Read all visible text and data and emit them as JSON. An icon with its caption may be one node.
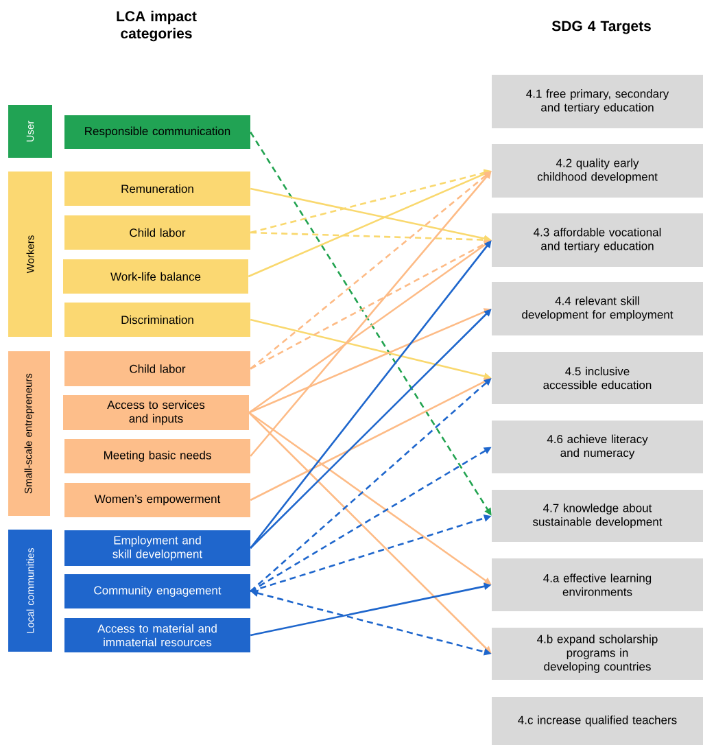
{
  "diagram": {
    "nodes": [
      {
        "text": [
          "User"
        ]
      },
      {
        "text": [
          "Workers"
        ]
      },
      {
        "text": [
          "Small-scale entrepreneurs"
        ]
      },
      {
        "text": [
          "Local communities"
        ]
      },
      {
        "text": [
          "Responsible communication"
        ]
      },
      {
        "text": [
          "Remuneration"
        ]
      },
      {
        "text": [
          "Child labor"
        ]
      },
      {
        "text": [
          "Work-life balance"
        ]
      },
      {
        "text": [
          "Discrimination"
        ]
      },
      {
        "text": [
          "Child labor"
        ]
      },
      {
        "text": [
          "Access to services and inputs"
        ]
      },
      {
        "text": [
          "Meeting basic needs"
        ]
      },
      {
        "text": [
          "Women’s empowerment"
        ]
      },
      {
        "text": [
          "Employment and skill development"
        ]
      },
      {
        "text": [
          "Community engagement"
        ]
      },
      {
        "text": [
          "Access to material and immaterial resources"
        ]
      },
      {
        "text": [
          "4.1 free primary, secondary and tertiary education"
        ]
      },
      {
        "text": [
          "4.2 quality early childhood development"
        ]
      },
      {
        "text": [
          "4.3 affordable vocational and tertiary education"
        ]
      },
      {
        "text": [
          "4.4 relevant skill development for employment"
        ]
      },
      {
        "text": [
          "4.5 inclusive accessible education"
        ]
      },
      {
        "text": [
          "4.6 achieve literacy and numeracy"
        ]
      },
      {
        "text": [
          "4.7 knowledge about sustainable development"
        ]
      },
      {
        "text": [
          "4.a effective learning environments"
        ]
      },
      {
        "text": [
          "4.b expand scholarship programs in developing countries"
        ]
      },
      {
        "text": [
          "4.c increase qualified teachers"
        ]
      }
    ],
    "edges": [
      {
        "from": 4,
        "to": 22,
        "arrow": "to",
        "style": "dashed",
        "color": "#22a350"
      },
      {
        "from": 5,
        "to": 18,
        "arrow": "to",
        "color": "#f9d86e"
      },
      {
        "from": 6,
        "to": 17,
        "arrow": "to",
        "style": "dashed",
        "color": "#f9d86e"
      },
      {
        "from": 6,
        "to": 18,
        "arrow": "to",
        "style": "dashed",
        "color": "#f9d86e"
      },
      {
        "from": 7,
        "to": 17,
        "arrow": "to",
        "color": "#f9d86e"
      },
      {
        "from": 8,
        "to": 20,
        "arrow": "to",
        "color": "#f9d86e"
      },
      {
        "from": 9,
        "to": 17,
        "arrow": "to",
        "style": "dashed",
        "color": "#fdbb86"
      },
      {
        "from": 9,
        "to": 18,
        "arrow": "to",
        "style": "dashed",
        "color": "#fdbb86"
      },
      {
        "from": 10,
        "to": 18,
        "arrow": "to",
        "color": "#fdbb86"
      },
      {
        "from": 10,
        "to": 19,
        "arrow": "to",
        "color": "#fdbb86"
      },
      {
        "from": 10,
        "to": 23,
        "arrow": "to",
        "color": "#fdbb86"
      },
      {
        "from": 10,
        "to": 24,
        "arrow": "to",
        "color": "#fdbb86"
      },
      {
        "from": 11,
        "to": 17,
        "arrow": "to",
        "color": "#fdbb86"
      },
      {
        "from": 12,
        "to": 20,
        "arrow": "to",
        "color": "#fdbb86"
      },
      {
        "from": 13,
        "to": 18,
        "arrow": "to",
        "color": "#1e66cc"
      },
      {
        "from": 13,
        "to": 19,
        "arrow": "to",
        "color": "#1e66cc"
      },
      {
        "from": 14,
        "to": 20,
        "arrow": "to",
        "style": "dashed",
        "color": "#1e66cc"
      },
      {
        "from": 14,
        "to": 21,
        "arrow": "to",
        "style": "dashed",
        "color": "#1e66cc"
      },
      {
        "from": 14,
        "to": 22,
        "arrow": "to",
        "style": "dashed",
        "color": "#1e66cc"
      },
      {
        "from": 14,
        "to": 24,
        "arrow": "both",
        "style": "dashed",
        "color": "#1e66cc"
      },
      {
        "from": 15,
        "to": 23,
        "arrow": "to",
        "color": "#1e66cc"
      }
    ],
    "labels": [
      "LCA impact categories",
      "SDG 4 Targets"
    ]
  }
}
